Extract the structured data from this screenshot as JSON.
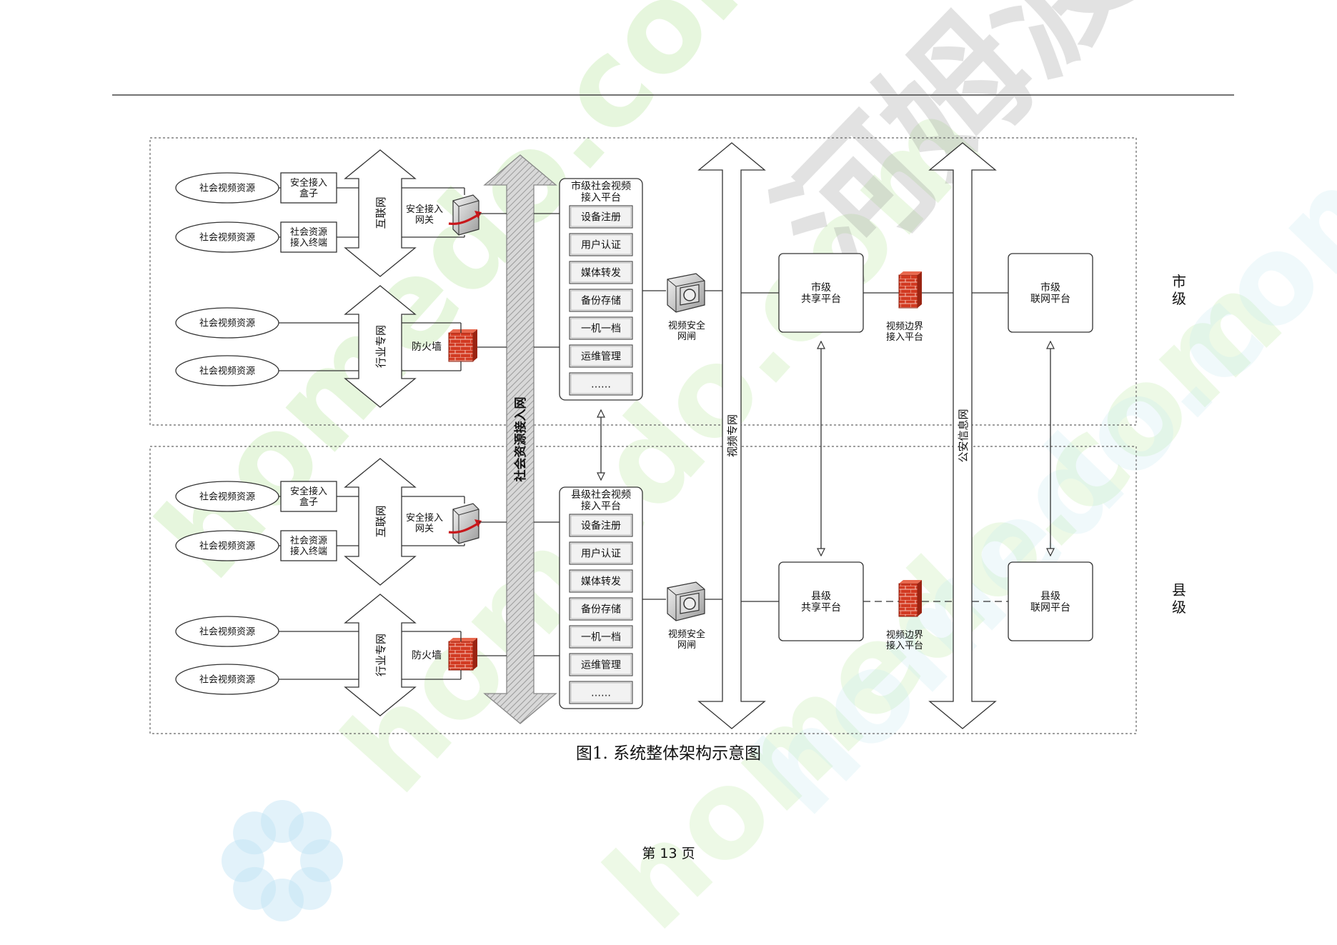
{
  "watermark": {
    "text_green": "homedo.com",
    "text_gray": "河姆渡"
  },
  "figure": {
    "caption": "图1.  系统整体架构示意图",
    "page_number": "第 13 页",
    "networks": {
      "internet": "互联网",
      "industry": "行业专网",
      "social_access": "社会资源接入网",
      "video": "视频专网",
      "police": "公安信息网"
    },
    "levels": {
      "city": "市\n级",
      "county": "县\n级"
    },
    "sections": [
      {
        "key": "city",
        "sources": [
          "社会视频资源",
          "社会视频资源",
          "社会视频资源",
          "社会视频资源"
        ],
        "box_access": "安全接入\n盒子",
        "terminal": "社会资源\n接入终端",
        "gateway": "安全接入\n网关",
        "firewall": "防火墙",
        "platform_title": "市级社会视频\n接入平台",
        "modules": [
          "设备注册",
          "用户认证",
          "媒体转发",
          "备份存储",
          "一机一档",
          "运维管理",
          "……"
        ],
        "gate": "视频安全\n网闸",
        "share": "市级\n共享平台",
        "boundary": "视频边界\n接入平台",
        "link": "市级\n联网平台"
      },
      {
        "key": "county",
        "sources": [
          "社会视频资源",
          "社会视频资源",
          "社会视频资源",
          "社会视频资源"
        ],
        "box_access": "安全接入\n盒子",
        "terminal": "社会资源\n接入终端",
        "gateway": "安全接入\n网关",
        "firewall": "防火墙",
        "platform_title": "县级社会视频\n接入平台",
        "modules": [
          "设备注册",
          "用户认证",
          "媒体转发",
          "备份存储",
          "一机一档",
          "运维管理",
          "……"
        ],
        "gate": "视频安全\n网闸",
        "share": "县级\n共享平台",
        "boundary": "视频边界\n接入平台",
        "link": "县级\n联网平台"
      }
    ]
  }
}
